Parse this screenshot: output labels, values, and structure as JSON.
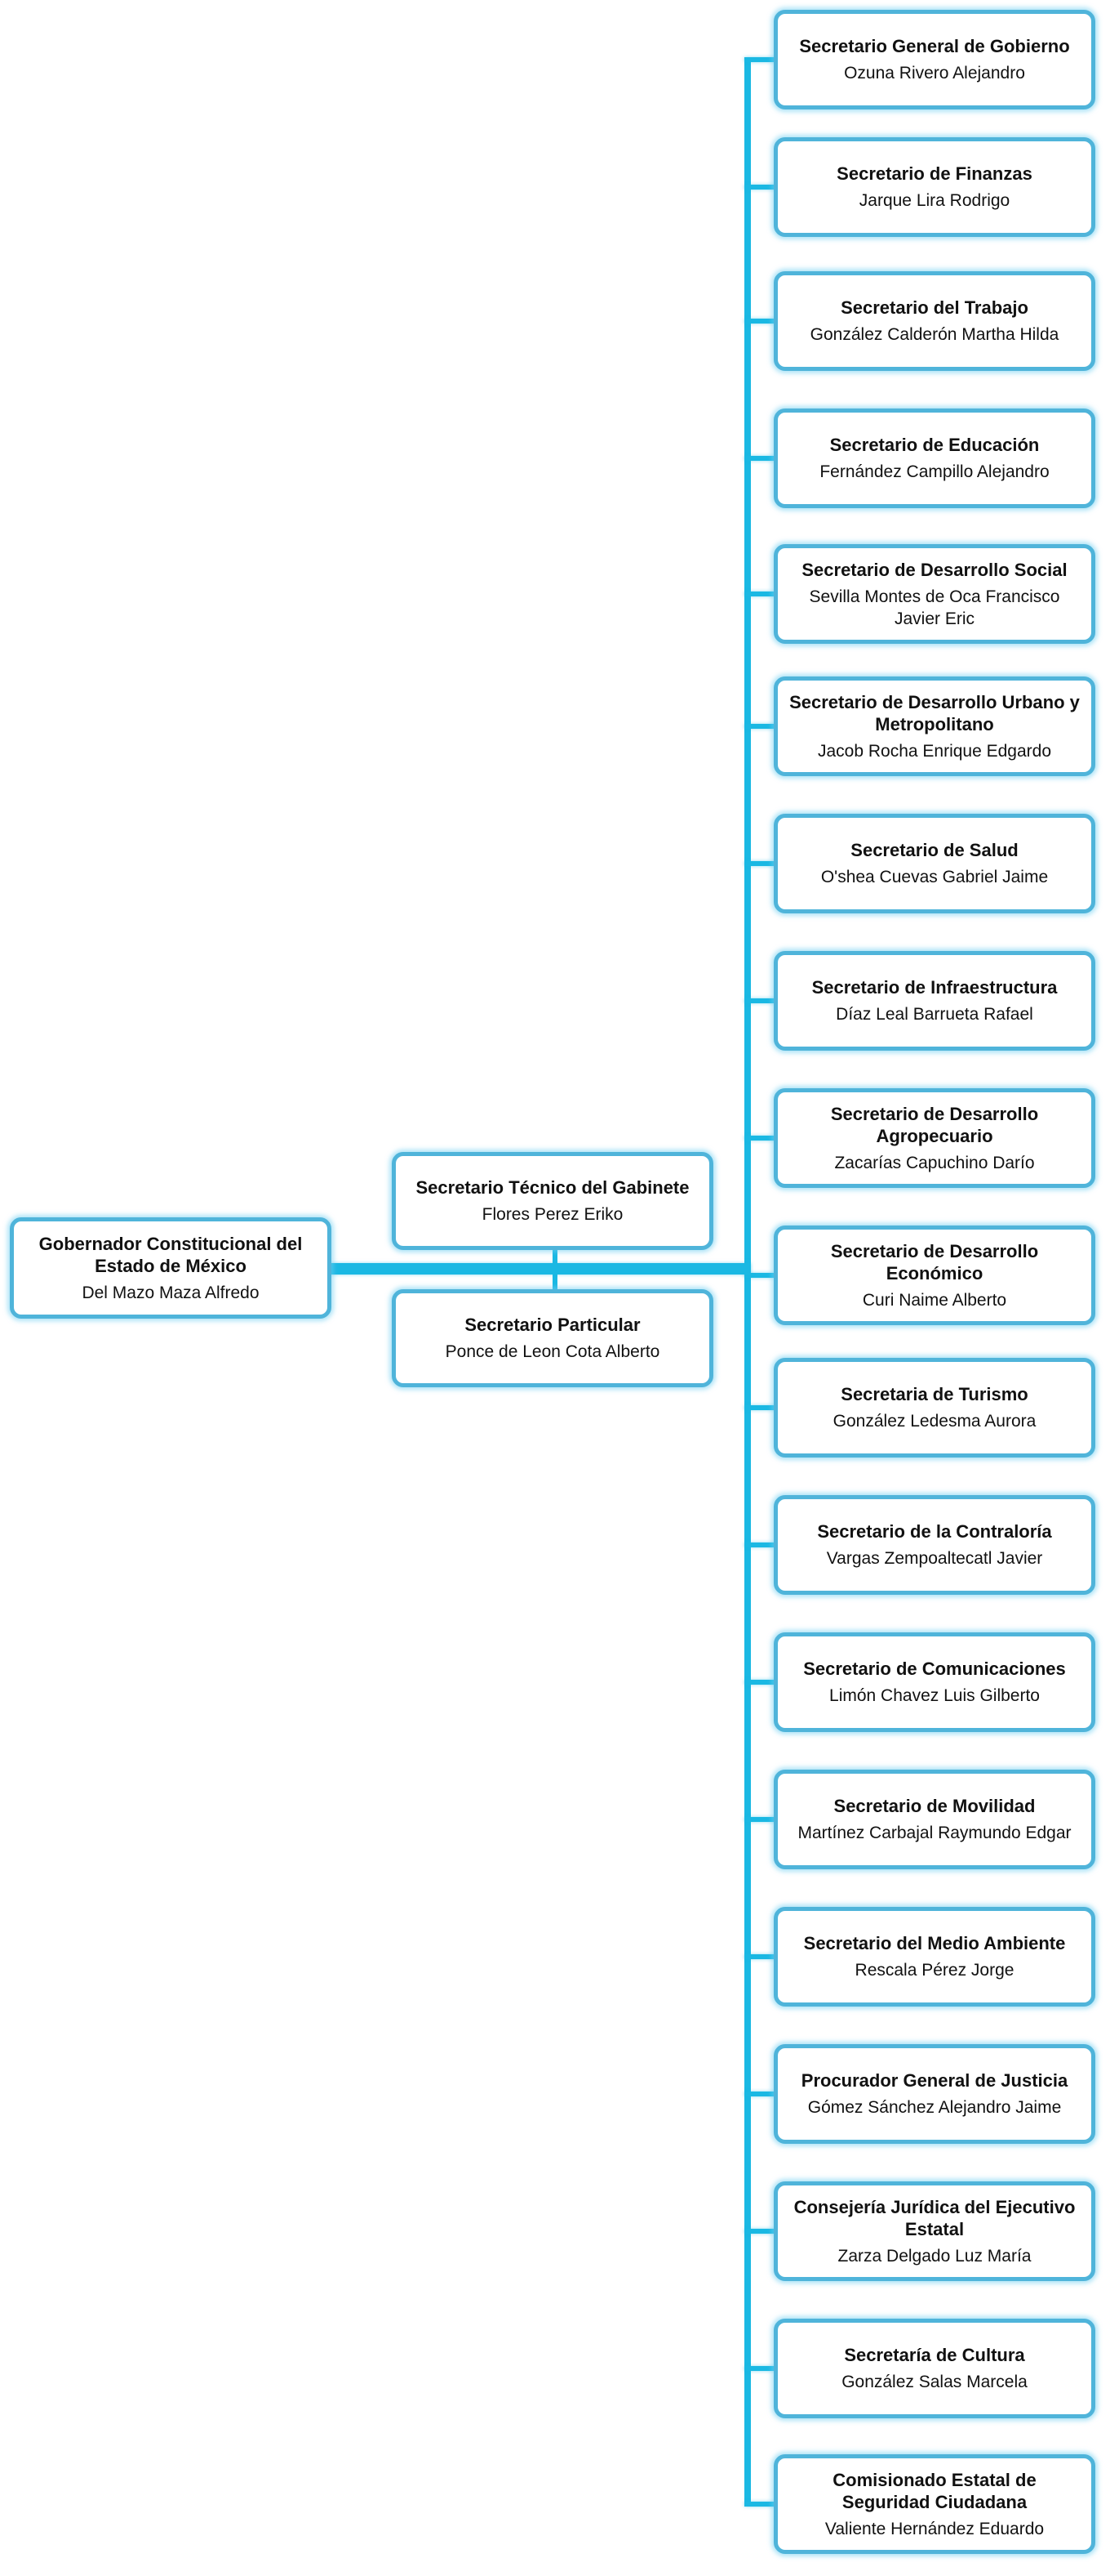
{
  "root": {
    "role": "Gobernador Constitucional del Estado de México",
    "person": "Del Mazo Maza Alfredo"
  },
  "assistants": [
    {
      "role": "Secretario Técnico del Gabinete",
      "person": "Flores Perez Eriko"
    },
    {
      "role": "Secretario Particular",
      "person": "Ponce de Leon Cota Alberto"
    }
  ],
  "secretaries": [
    {
      "role": "Secretario General de Gobierno",
      "person": "Ozuna Rivero Alejandro"
    },
    {
      "role": "Secretario de Finanzas",
      "person": "Jarque Lira Rodrigo"
    },
    {
      "role": "Secretario del Trabajo",
      "person": "González Calderón Martha Hilda"
    },
    {
      "role": "Secretario de Educación",
      "person": "Fernández Campillo Alejandro"
    },
    {
      "role": "Secretario de Desarrollo Social",
      "person": "Sevilla Montes de Oca Francisco Javier Eric"
    },
    {
      "role": "Secretario de Desarrollo Urbano y Metropolitano",
      "person": "Jacob Rocha Enrique Edgardo"
    },
    {
      "role": "Secretario de Salud",
      "person": "O'shea Cuevas Gabriel Jaime"
    },
    {
      "role": "Secretario de Infraestructura",
      "person": "Díaz Leal Barrueta Rafael"
    },
    {
      "role": "Secretario de Desarrollo Agropecuario",
      "person": "Zacarías Capuchino Darío"
    },
    {
      "role": "Secretario de Desarrollo Económico",
      "person": "Curi Naime Alberto"
    },
    {
      "role": "Secretaria de Turismo",
      "person": "González Ledesma Aurora"
    },
    {
      "role": "Secretario de la Contraloría",
      "person": "Vargas Zempoaltecatl Javier"
    },
    {
      "role": "Secretario de Comunicaciones",
      "person": "Limón Chavez Luis Gilberto"
    },
    {
      "role": "Secretario de Movilidad",
      "person": "Martínez Carbajal Raymundo Edgar"
    },
    {
      "role": "Secretario del Medio Ambiente",
      "person": "Rescala Pérez Jorge"
    },
    {
      "role": "Procurador General de Justicia",
      "person": "Gómez Sánchez Alejandro Jaime"
    },
    {
      "role": "Consejería Jurídica del Ejecutivo Estatal",
      "person": "Zarza Delgado Luz María"
    },
    {
      "role": "Secretaría de Cultura",
      "person": "González Salas Marcela"
    },
    {
      "role": "Comisionado Estatal de Seguridad Ciudadana",
      "person": "Valiente Hernández Eduardo"
    }
  ],
  "colors": {
    "box_border": "#4fb4da",
    "connector": "#1ab8e3",
    "glow": "#6ecdf0"
  }
}
